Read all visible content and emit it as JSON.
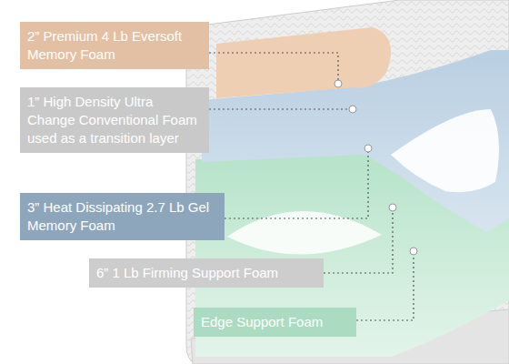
{
  "diagram": {
    "nodes": [
      {
        "text": [
          "2” Premium 4 Lb Eversoft Memory Foam"
        ]
      },
      {
        "text": [
          "1” High Density Ultra Change Conventional Foam used as a transition layer"
        ]
      },
      {
        "text": [
          "3” Heat Dissipating 2.7 Lb Gel Memory Foam"
        ]
      },
      {
        "text": [
          "6” 1 Lb Firming Support Foam"
        ]
      },
      {
        "text": [
          "Edge Support Foam"
        ]
      }
    ]
  }
}
